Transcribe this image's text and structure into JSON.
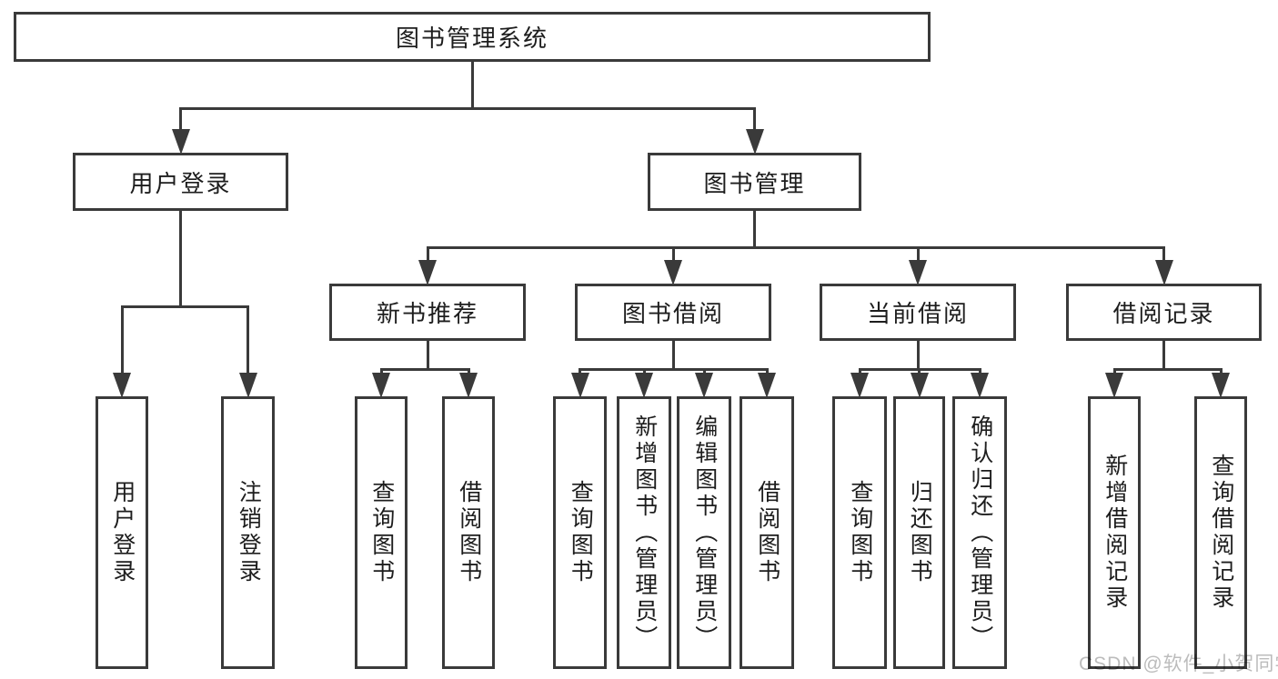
{
  "theme": {
    "background": "#ffffff",
    "line_color": "#3a3a3a",
    "text_color": "#1d1d1d",
    "watermark_color": "#bcbcbc"
  },
  "diagram": {
    "watermark": "CSDN @软件_小贺同学",
    "nodes": [
      {
        "id": "root",
        "label": "图书管理系统",
        "parent": null
      },
      {
        "id": "user-login",
        "label": "用户登录",
        "parent": "root"
      },
      {
        "id": "book-mgmt",
        "label": "图书管理",
        "parent": "root"
      },
      {
        "id": "user-login-leaf",
        "label": "用户登录",
        "parent": "user-login"
      },
      {
        "id": "logout",
        "label": "注销登录",
        "parent": "user-login"
      },
      {
        "id": "new-book-rec",
        "label": "新书推荐",
        "parent": "book-mgmt"
      },
      {
        "id": "book-borrow",
        "label": "图书借阅",
        "parent": "book-mgmt"
      },
      {
        "id": "current-borrow",
        "label": "当前借阅",
        "parent": "book-mgmt"
      },
      {
        "id": "borrow-records",
        "label": "借阅记录",
        "parent": "book-mgmt"
      },
      {
        "id": "nbr-query",
        "label": "查询图书",
        "parent": "new-book-rec"
      },
      {
        "id": "nbr-borrow",
        "label": "借阅图书",
        "parent": "new-book-rec"
      },
      {
        "id": "bb-query",
        "label": "查询图书",
        "parent": "book-borrow"
      },
      {
        "id": "bb-add",
        "label": "新增图书（管理员）",
        "parent": "book-borrow"
      },
      {
        "id": "bb-edit",
        "label": "编辑图书（管理员）",
        "parent": "book-borrow"
      },
      {
        "id": "bb-borrow",
        "label": "借阅图书",
        "parent": "book-borrow"
      },
      {
        "id": "cb-query",
        "label": "查询图书",
        "parent": "current-borrow"
      },
      {
        "id": "cb-return",
        "label": "归还图书",
        "parent": "current-borrow"
      },
      {
        "id": "cb-confirm",
        "label": "确认归还（管理员）",
        "parent": "current-borrow"
      },
      {
        "id": "br-add",
        "label": "新增借阅记录",
        "parent": "borrow-records"
      },
      {
        "id": "br-query",
        "label": "查询借阅记录",
        "parent": "borrow-records"
      }
    ]
  }
}
